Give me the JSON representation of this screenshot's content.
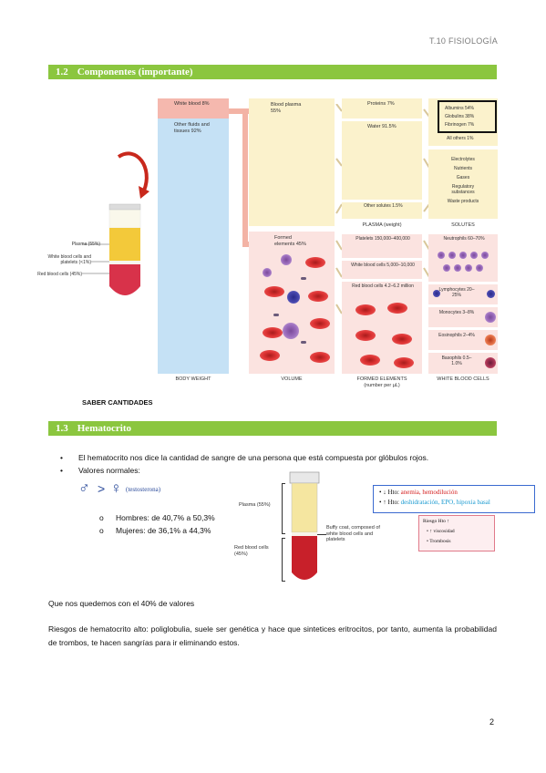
{
  "header": {
    "section_label": "T.10 FISIOLOGÍA"
  },
  "section_1": {
    "number": "1.2",
    "title": "Componentes (importante)"
  },
  "figure1": {
    "tube_labels": {
      "plasma": "Plasma (55%)",
      "buffy": "White blood cells and platelets (<1%)",
      "rbc": "Red blood cells (45%)"
    },
    "body_weight": {
      "wbc_box": "White blood 8%",
      "other": "Other fluids and tissues 92%",
      "caption": "BODY WEIGHT"
    },
    "volume": {
      "plasma": "Blood plasma 55%",
      "formed": "Formed elements 45%",
      "caption": "VOLUME"
    },
    "plasma_weight": {
      "proteins": "Proteins 7%",
      "water": "Water 91.5%",
      "other_solutes": "Other solutes 1.5%",
      "caption": "PLASMA (weight)"
    },
    "solutes": {
      "albumins": "Albumins 54%",
      "globulins": "Globulins 38%",
      "fibrinogen": "Fibrinogen 7%",
      "all_others": "All others 1%",
      "list": [
        "Electrolytes",
        "Nutrients",
        "Gases",
        "Regulatory substances",
        "Waste products"
      ],
      "caption": "SOLUTES"
    },
    "formed_elements": {
      "platelets": "Platelets 150,000–400,000",
      "wbc": "White blood cells 5,000–10,000",
      "rbc": "Red blood cells 4.2–6.2 million",
      "caption": "FORMED ELEMENTS",
      "caption2": "(number per µL)"
    },
    "wbc_types": {
      "neutrophils": "Neutrophils 60–70%",
      "lymphocytes": "Lymphocytes 20–25%",
      "monocytes": "Monocytes 3–8%",
      "eosinophils": "Eosinophils 2–4%",
      "basophils": "Basophils 0.5–1.0%",
      "caption": "WHITE BLOOD CELLS"
    }
  },
  "saber": "SABER CANTIDADES",
  "section_2": {
    "number": "1.3",
    "title": "Hematocrito"
  },
  "bullets": [
    "El hematocrito nos dice la cantidad de sangre de una persona que está compuesta por glóbulos rojos.",
    "Valores normales:"
  ],
  "sex_compare": {
    "male": "♂",
    "gt": ">",
    "female": "♀",
    "note": "(testosterona)"
  },
  "values": [
    "Hombres: de 40,7% a 50,3%",
    "Mujeres: de 36,1% a 44,3%"
  ],
  "tube2": {
    "plasma": "Plasma (55%)",
    "buffy": "Buffy coat, composed of white blood cells and platelets",
    "rbc": "Red blood cells (45%)"
  },
  "hto_box": {
    "down_prefix": "↓ Hto:",
    "down_text": "anemia, hemodilución",
    "up_prefix": "↑ Hto:",
    "up_text": "deshidratación, EPO, hipoxia basal"
  },
  "riesgo_box": {
    "title": "Riesgo Hto ↑",
    "items": [
      "↑ viscosidad",
      "Trombosis"
    ]
  },
  "paragraph1": "Que nos quedemos con el 40% de valores",
  "paragraph2": "Riesgos de hematocrito alto: poliglobulia, suele ser genética y hace que sintetices eritrocitos, por tanto, aumenta la probabilidad de trombos, te hacen sangrías para ir eliminando estos.",
  "page_number": "2",
  "colors": {
    "accent_green": "#8bc63f",
    "red_text": "#d42020",
    "blue_text": "#1a9ad0"
  }
}
